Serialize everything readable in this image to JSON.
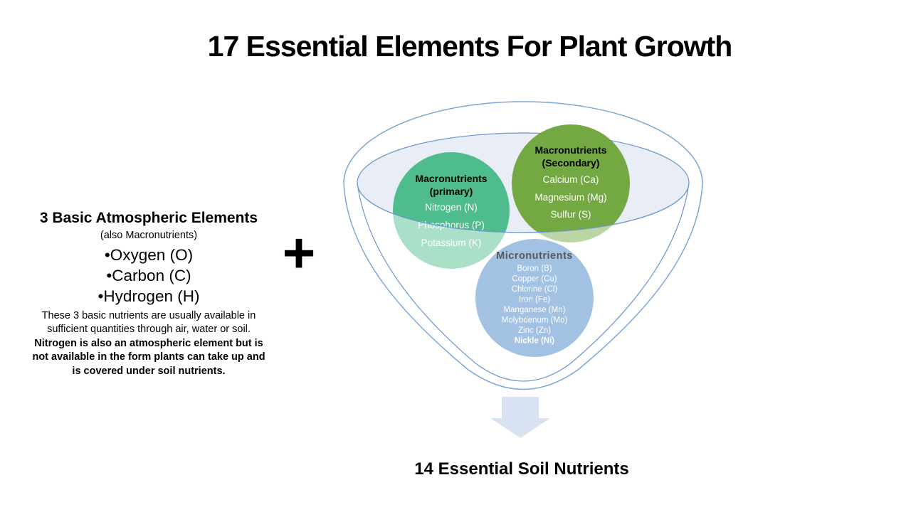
{
  "title": "17 Essential Elements For Plant Growth",
  "left_panel": {
    "heading": "3 Basic Atmospheric Elements",
    "subheading": "(also Macronutrients)",
    "bullets": [
      "•Oxygen (O)",
      "•Carbon (C)",
      "•Hydrogen (H)"
    ],
    "note_regular": "These 3 basic nutrients are usually available in sufficient quantities through air, water or soil.",
    "note_bold": "Nitrogen is also an atmospheric element but is not available in the form plants can take up and is covered under soil nutrients."
  },
  "plus_sign": "+",
  "funnel": {
    "primary": {
      "title_line1": "Macronutrients",
      "title_line2": "(primary)",
      "items": [
        "Nitrogen (N)",
        "Phosphorus (P)",
        "Potassium (K)"
      ]
    },
    "secondary": {
      "title_line1": "Macronutrients",
      "title_line2": "(Secondary)",
      "items": [
        "Calcium (Ca)",
        "Magnesium (Mg)",
        "Sulfur (S)"
      ]
    },
    "micronutrients": {
      "title": "Micronutrients",
      "items": [
        "Boron (B)",
        "Copper (Cu)",
        "Chlorine (Cl)",
        "Iron (Fe)",
        "Manganese (Mn)",
        "Molybdenum (Mo)",
        "Zinc (Zn)",
        "Nickle (Ni)"
      ]
    }
  },
  "bottom_label": "14 Essential Soil Nutrients",
  "colors": {
    "funnel_outline_blue": "#7CA5D8",
    "funnel_rim_blue": "#6B97CE",
    "bowl_fill": "#E9EDF6",
    "primary_green": "#4EBC8D",
    "secondary_green": "#73A843",
    "micro_blue": "#A2C1E3",
    "arrow_fill": "#D9E2F3",
    "micro_title_gray": "#595959"
  }
}
